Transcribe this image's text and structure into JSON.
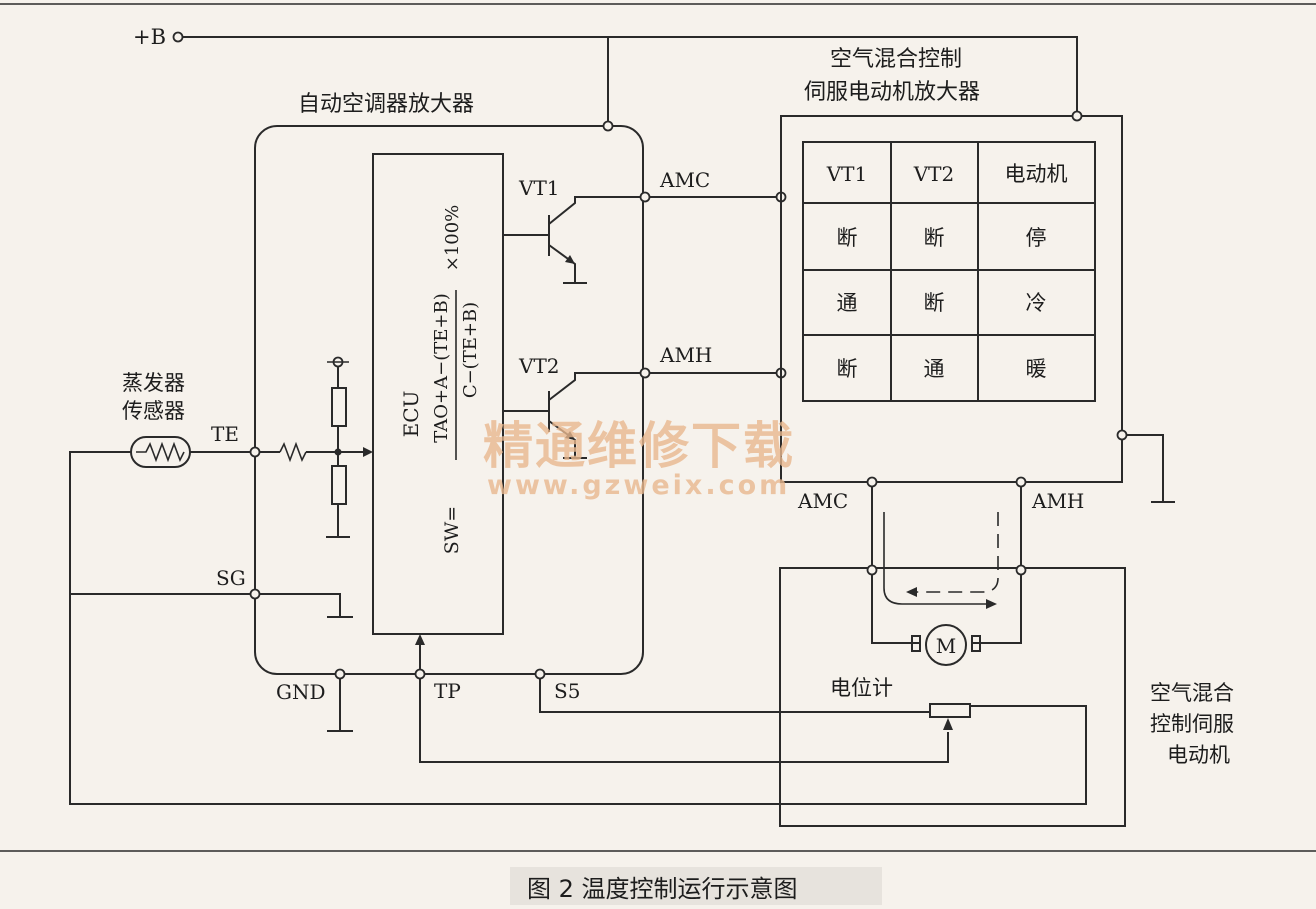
{
  "labels": {
    "plus_b": "+B",
    "auto_ac_amp": "自动空调器放大器",
    "servo_amp_line1": "空气混合控制",
    "servo_amp_line2": "伺服电动机放大器",
    "sensor_line1": "蒸发器",
    "sensor_line2": "传感器",
    "te": "TE",
    "sg": "SG",
    "gnd": "GND",
    "tp": "TP",
    "s5": "S5",
    "vt1": "VT1",
    "vt2": "VT2",
    "amc": "AMC",
    "amh": "AMH",
    "amc2": "AMC",
    "amh2": "AMH",
    "ecu": "ECU",
    "formula_prefix": "SW=",
    "formula_num": "TAO+A−(TE+B)",
    "formula_den": "C−(TE+B)",
    "formula_suffix": "×100%",
    "motor": "M",
    "potentiometer": "电位计",
    "servo_motor_line1": "空气混合",
    "servo_motor_line2": "控制伺服",
    "servo_motor_line3": "电动机"
  },
  "truth_table": {
    "headers": [
      "VT1",
      "VT2",
      "电动机"
    ],
    "rows": [
      [
        "断",
        "断",
        "停"
      ],
      [
        "通",
        "断",
        "冷"
      ],
      [
        "断",
        "通",
        "暖"
      ]
    ]
  },
  "watermark": {
    "line1": "精通维修下载",
    "line2": "www.gzweix.com"
  },
  "caption": "图 2  温度控制运行示意图",
  "colors": {
    "line": "#2a2a2a",
    "background": "#f6f2ec",
    "watermark": "#e9b88f"
  }
}
